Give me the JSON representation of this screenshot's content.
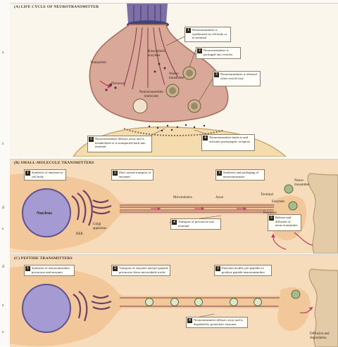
{
  "margin_letters": [
    "e",
    "s",
    "d",
    "s",
    "d",
    "e",
    "e"
  ],
  "panel_a": {
    "title": "(A) LIFE CYCLE OF NEUROTRANSMITTER",
    "labels": {
      "transporter": "Transporter",
      "precursor": "Precursor",
      "biosynthetic_enzymes": "Biosynthetic enzymes",
      "neurotransmitter": "Neuro-transmitter",
      "neurotransmitter_molecules": "Neurotransmitter molecules"
    },
    "callouts": [
      {
        "num": "1",
        "text": "Neurotransmitter is synthesized in cell body or in terminal"
      },
      {
        "num": "2",
        "text": "Neurotransmitter is packaged into vesicles"
      },
      {
        "num": "3",
        "text": "Neurotransmitter is released when vesicle fuse"
      },
      {
        "num": "4",
        "text": "Neurotransmitter binds to and activates postsynaptic receptors"
      },
      {
        "num": "5",
        "text": "Neurotransmitter diffuses away and is metabolized or is transported back into terminal"
      }
    ]
  },
  "panel_b": {
    "title": "(B) SMALL-MOLECULE TRANSMITTERS",
    "labels": {
      "nucleus": "Nucleus",
      "rer": "RER",
      "golgi": "Golgi apparatus",
      "microtubules": "Microtubules",
      "axon": "Axon",
      "terminal": "Terminal",
      "enzymes": "Enzymes",
      "precursor": "Precursor",
      "neurotransmitter": "Neuro-transmitter"
    },
    "callouts": [
      {
        "num": "1",
        "text": "Synthesis of enzymes in cell body"
      },
      {
        "num": "2",
        "text": "Slow axonal transport of enzymes"
      },
      {
        "num": "3",
        "text": "Synthesis and packaging of neurotransmitter"
      },
      {
        "num": "4",
        "text": "Transport of precursors into terminal"
      },
      {
        "num": "5",
        "text": "Release and diffusion of neuro-transmitter"
      }
    ]
  },
  "panel_c": {
    "title": "(C) PEPTIDE TRANSMITTERS",
    "labels": {
      "diffusion": "Diffusion and degradation"
    },
    "callouts": [
      {
        "num": "1",
        "text": "Synthesis of neurotransmitter precursors and enzymes"
      },
      {
        "num": "2",
        "text": "Transport of enzymes and pre-peptide precursors down microtubule tracks"
      },
      {
        "num": "3",
        "text": "Enzymes modify pre-peptides to produce peptide neurotransmitter"
      },
      {
        "num": "4",
        "text": "Neurotransmitter diffuses away and is degraded by proteolytic enzymes"
      }
    ]
  },
  "colors": {
    "cell_fill": "#f7d9b4",
    "terminal_fill": "#dca896",
    "nucleus_fill": "#a69ad3",
    "organelle": "#6c3f63",
    "vesicle": "#a8b98e",
    "axon_stripe": "#7e3d4c",
    "arrow": "#c43a5a"
  }
}
